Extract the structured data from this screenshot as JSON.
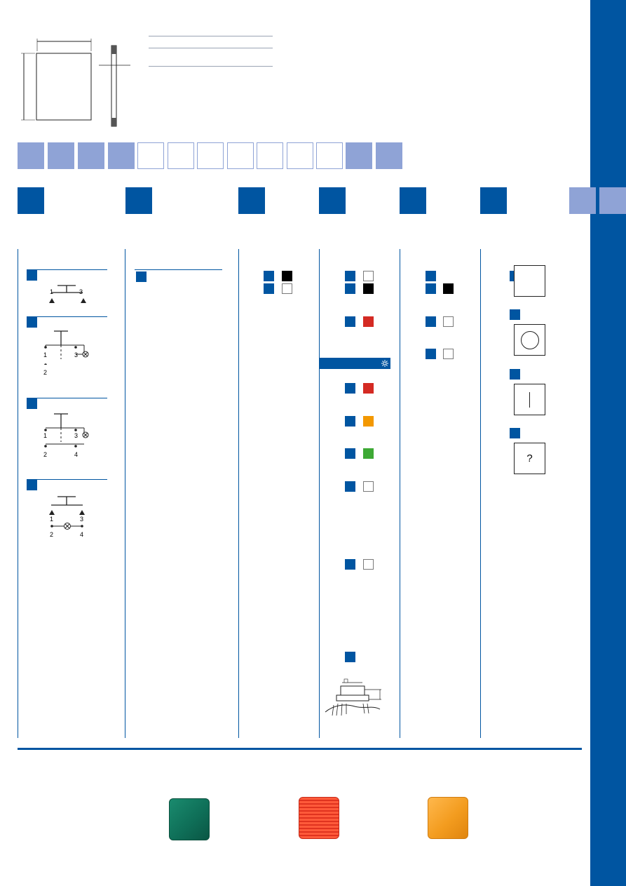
{
  "diagram_labels": {
    "d1": [
      "1",
      "3"
    ],
    "d2": [
      "1",
      "3",
      "2"
    ],
    "d3": [
      "1",
      "3",
      "2",
      "4"
    ],
    "d4": [
      "1",
      "3",
      "2",
      "4"
    ]
  },
  "lens_symbols": [
    "",
    "○",
    "|",
    "?"
  ],
  "lens_question": "?",
  "colors": {
    "brand_blue": "#0055a1",
    "segment_light": "#8fa3d6",
    "black": "#000000",
    "red": "#d42a23",
    "orange": "#f39800",
    "green": "#3ea935",
    "white": "#ffffff"
  },
  "icons": {
    "illumination": "sun-icon",
    "lens_circle": "circle-symbol-icon",
    "lens_line": "line-symbol-icon"
  },
  "photos": [
    "green-lens",
    "red-lens",
    "orange-lens"
  ]
}
